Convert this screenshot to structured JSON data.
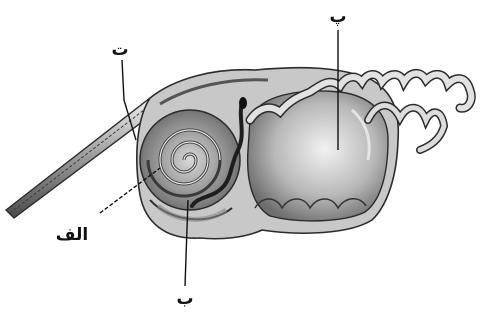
{
  "labels": {
    "top_right": "پ",
    "top_left": "ت",
    "left": "الف",
    "bottom": "ب"
  },
  "colors": {
    "tissue_fill": "#b9b9b9",
    "tissue_dark": "#5a5a5a",
    "tissue_light": "#e6e6e6",
    "outline": "#2b2b2b",
    "background": "#ffffff"
  }
}
